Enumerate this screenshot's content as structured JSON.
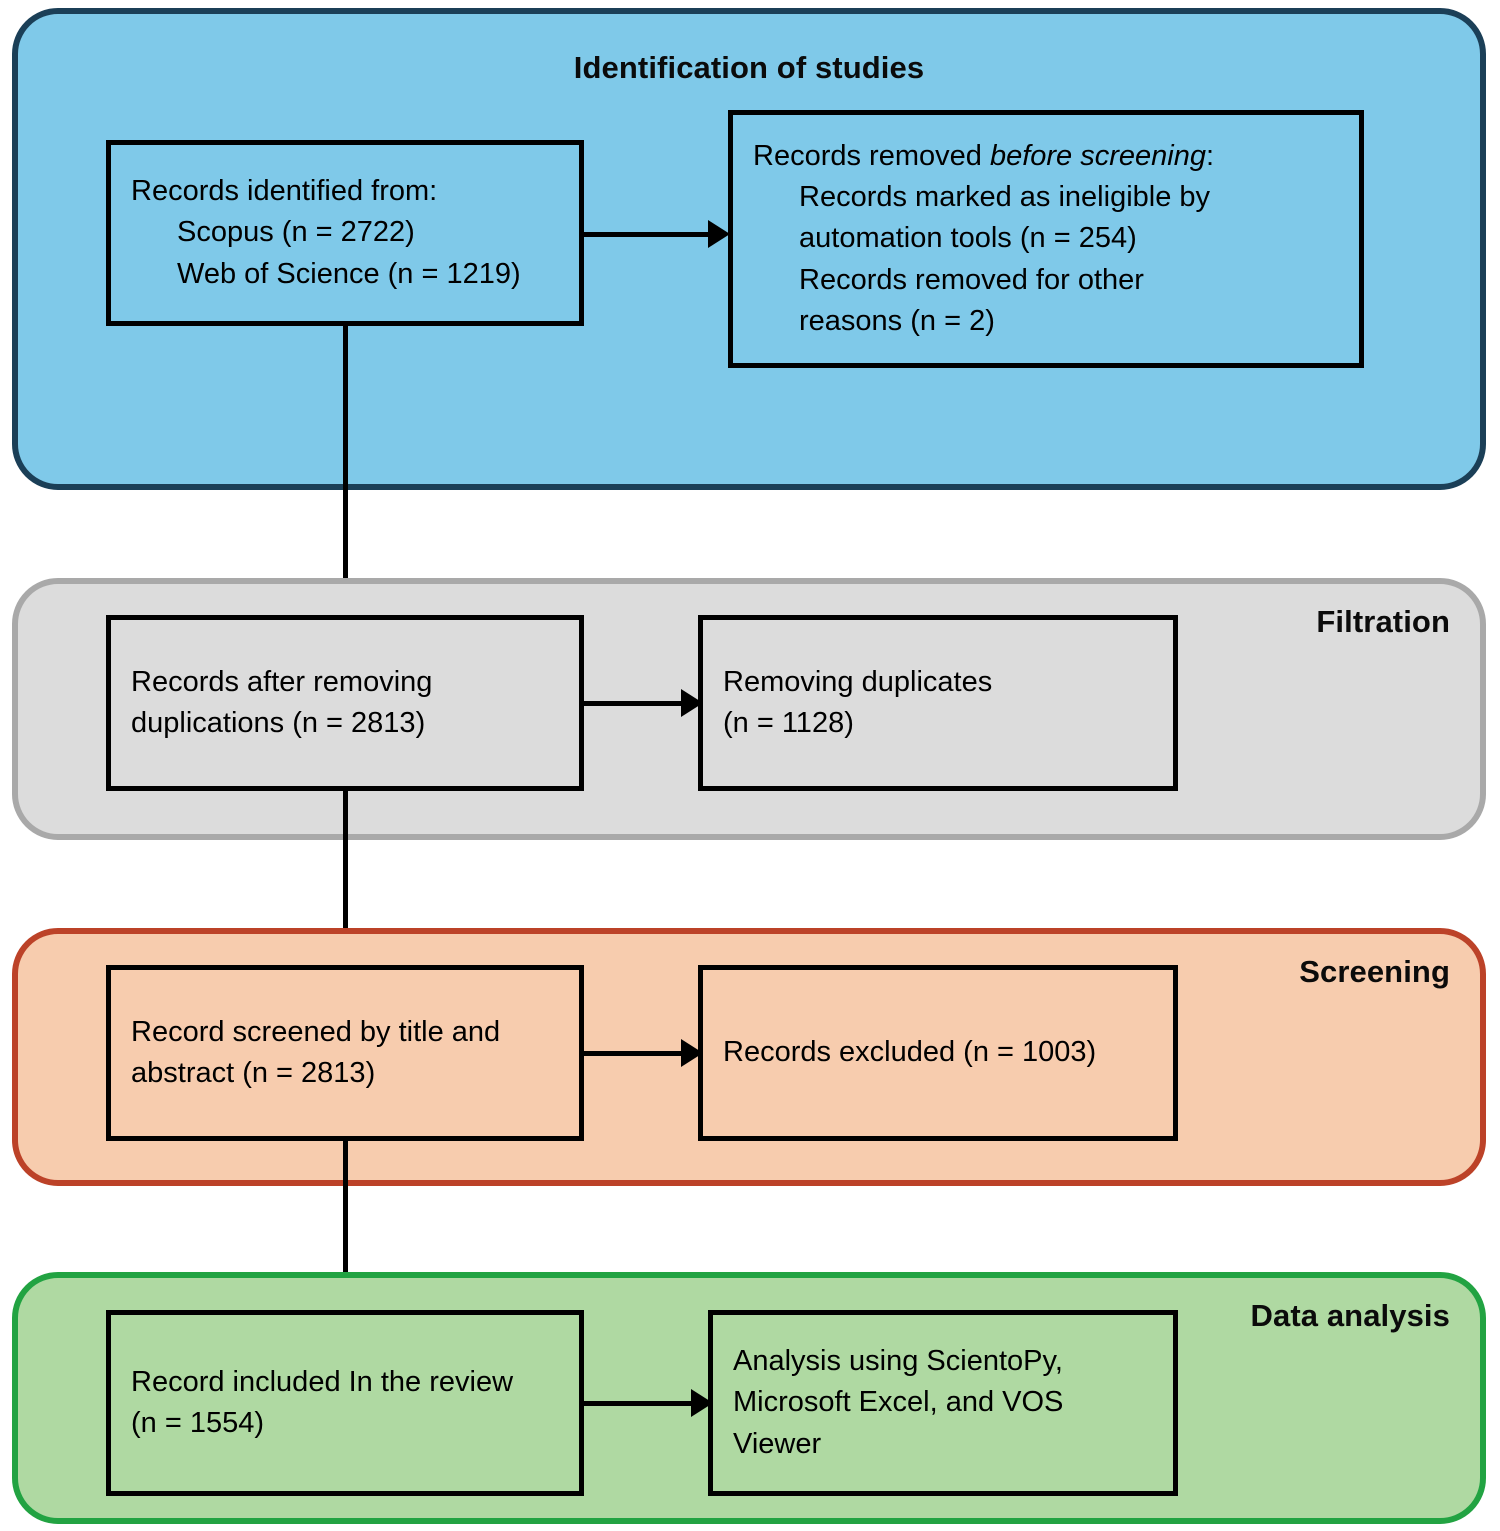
{
  "figure": {
    "type": "prisma-flow-diagram",
    "stages": [
      {
        "id": "identification",
        "title": "Identification of studies",
        "fill": "#7FC9E9",
        "border": "#1B3F57",
        "nodes": {
          "sources": {
            "lines": [
              "Records identified from:",
              "Scopus (n = 2722)",
              "Web of Science (n = 1219)"
            ]
          },
          "removed": {
            "lead_prefix": "Records removed ",
            "lead_italic": "before screening",
            "lead_suffix": ":",
            "lines": [
              "Records marked as ineligible by",
              "automation tools (n = 254)",
              "Records removed for other",
              "reasons (n = 2)"
            ]
          }
        }
      },
      {
        "id": "filtration",
        "title": "Filtration",
        "fill": "#DCDCDC",
        "border": "#A9A9A9",
        "nodes": {
          "after_duplicates": {
            "lines": [
              "Records after removing",
              "duplications  (n = 2813)"
            ]
          },
          "removing_duplicates": {
            "lines": [
              "Removing duplicates",
              "(n = 1128)"
            ]
          }
        }
      },
      {
        "id": "screening",
        "title": "Screening",
        "fill": "#F7CCAE",
        "border": "#BC4228",
        "nodes": {
          "screened": {
            "lines": [
              "Record screened by title and",
              "abstract (n = 2813)"
            ]
          },
          "excluded": {
            "lines": [
              "Records excluded (n = 1003)"
            ]
          }
        }
      },
      {
        "id": "analysis",
        "title": "Data analysis",
        "fill": "#AFD9A2",
        "border": "#22A342",
        "nodes": {
          "included": {
            "lines": [
              "Record included In the review",
              "(n = 1554)"
            ]
          },
          "tools": {
            "lines": [
              "Analysis using ScientoPy,",
              "Microsoft Excel, and VOS",
              "Viewer"
            ]
          }
        }
      }
    ],
    "counts": {
      "scopus": 2722,
      "web_of_science": 1219,
      "ineligible_by_automation": 254,
      "removed_other_reasons": 2,
      "records_after_removing_duplications": 2813,
      "duplicates_removed": 1128,
      "screened_title_abstract": 2813,
      "records_excluded": 1003,
      "records_included": 1554
    }
  }
}
